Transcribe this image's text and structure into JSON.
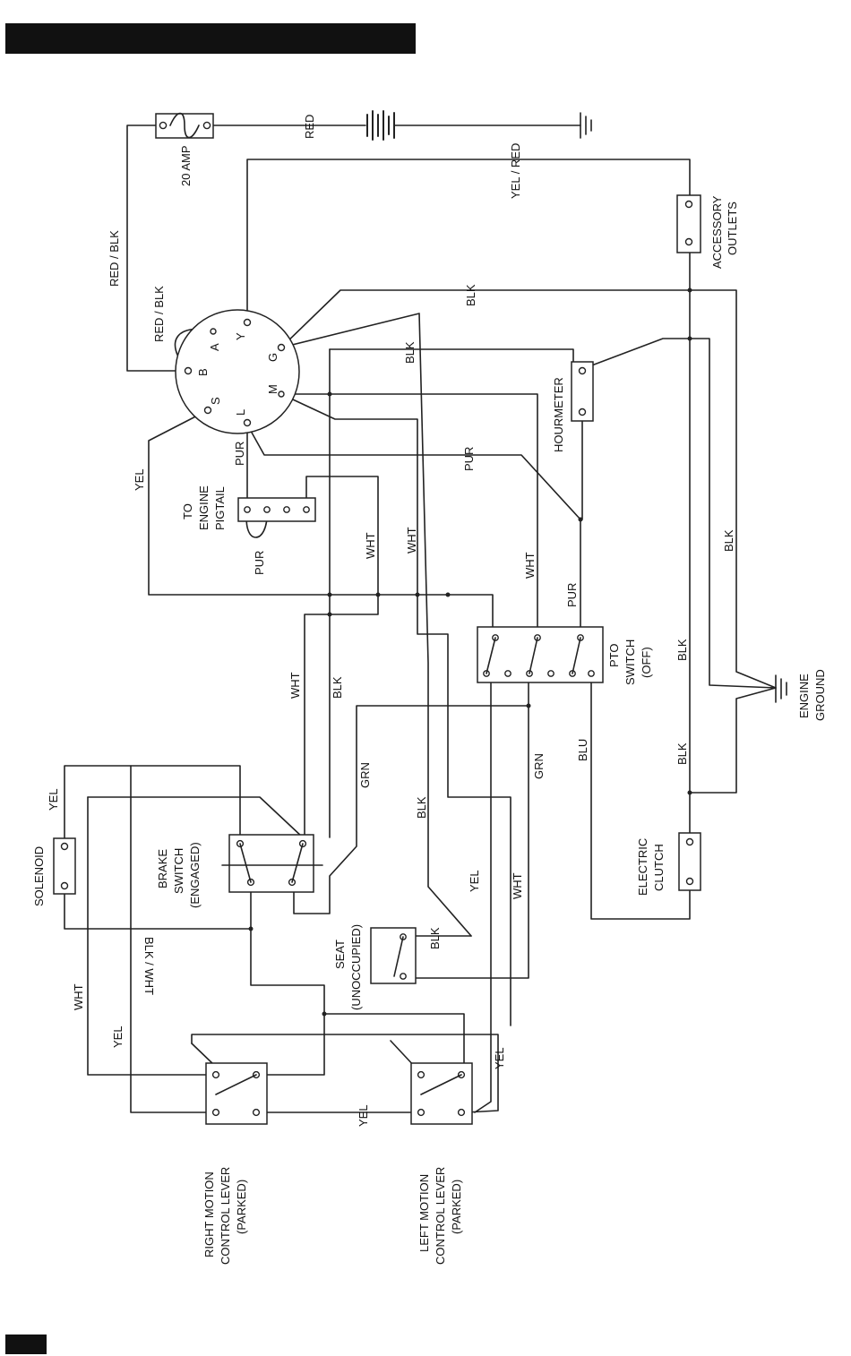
{
  "components": {
    "fuse": [
      "20 AMP"
    ],
    "accessory_outlets": [
      "ACCESSORY",
      "OUTLETS"
    ],
    "hourmeter": [
      "HOURMETER"
    ],
    "engine_pigtail": [
      "TO",
      "ENGINE",
      "PIGTAIL"
    ],
    "pto_switch": [
      "PTO",
      "SWITCH",
      "(OFF)"
    ],
    "engine_ground": [
      "ENGINE",
      "GROUND"
    ],
    "electric_clutch": [
      "ELECTRIC",
      "CLUTCH"
    ],
    "solenoid": [
      "SOLENOID"
    ],
    "brake_switch": [
      "BRAKE",
      "SWITCH",
      "(ENGAGED)"
    ],
    "seat_switch": [
      "SEAT",
      "(UNOCCUPIED)"
    ],
    "right_motion_lever": [
      "RIGHT MOTION",
      "CONTROL LEVER",
      "(PARKED)"
    ],
    "left_motion_lever": [
      "LEFT MOTION",
      "CONTROL LEVER",
      "(PARKED)"
    ]
  },
  "ignition_terminals": {
    "b": "B",
    "a": "A",
    "y": "Y",
    "g": "G",
    "s": "S",
    "l": "L",
    "m": "M"
  },
  "wire_labels": {
    "red": "RED",
    "yel_red": "YEL / RED",
    "red_blk_1": "RED / BLK",
    "red_blk_2": "RED / BLK",
    "blk_1": "BLK",
    "blk_2": "BLK",
    "pur_1": "PUR",
    "pur_2": "PUR",
    "pur_3": "PUR",
    "pur_4": "PUR",
    "yel_1": "YEL",
    "wht_1": "WHT",
    "wht_2": "WHT",
    "wht_3": "WHT",
    "blk_3": "BLK",
    "wht_4": "WHT",
    "blk_4": "BLK",
    "blk_5": "BLK",
    "blk_6": "BLK",
    "grn_1": "GRN",
    "grn_2": "GRN",
    "blu": "BLU",
    "blk_7": "BLK",
    "yel_2": "YEL",
    "blk_wht": "BLK / WHT",
    "blk_8": "BLK",
    "yel_3": "YEL",
    "wht_5": "WHT",
    "wht_6": "WHT",
    "yel_4": "YEL",
    "yel_5": "YEL",
    "yel_6": "YEL"
  }
}
